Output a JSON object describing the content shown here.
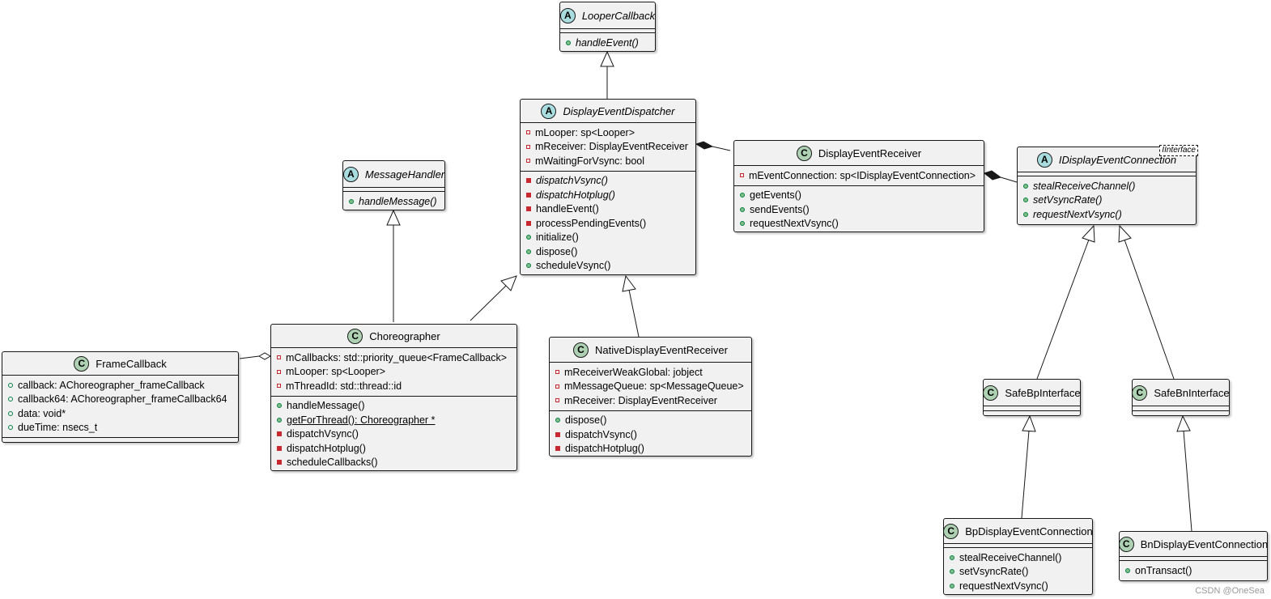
{
  "classes": {
    "looper_callback": {
      "name": "LooperCallback",
      "kind": "A",
      "methods": [
        "handleEvent()"
      ]
    },
    "display_event_dispatcher": {
      "name": "DisplayEventDispatcher",
      "kind": "A",
      "fields": [
        "mLooper: sp<Looper>",
        "mReceiver: DisplayEventReceiver",
        "mWaitingForVsync: bool"
      ],
      "methods": [
        "dispatchVsync()",
        "dispatchHotplug()",
        "handleEvent()",
        "processPendingEvents()",
        "initialize()",
        "dispose()",
        "scheduleVsync()"
      ]
    },
    "message_handler": {
      "name": "MessageHandler",
      "kind": "A",
      "methods": [
        "handleMessage()"
      ]
    },
    "display_event_receiver": {
      "name": "DisplayEventReceiver",
      "kind": "C",
      "fields": [
        "mEventConnection: sp<IDisplayEventConnection>"
      ],
      "methods": [
        "getEvents()",
        "sendEvents()",
        "requestNextVsync()"
      ]
    },
    "idisplay_event_connection": {
      "name": "IDisplayEventConnection",
      "kind": "A",
      "stereotype": "IInterface",
      "methods": [
        "stealReceiveChannel()",
        "setVsyncRate()",
        "requestNextVsync()"
      ]
    },
    "frame_callback": {
      "name": "FrameCallback",
      "kind": "C",
      "fields": [
        "callback: AChoreographer_frameCallback",
        "callback64: AChoreographer_frameCallback64",
        "data: void*",
        "dueTime: nsecs_t"
      ]
    },
    "choreographer": {
      "name": "Choreographer",
      "kind": "C",
      "fields": [
        "mCallbacks: std::priority_queue<FrameCallback>",
        "mLooper: sp<Looper>",
        "mThreadId: std::thread::id"
      ],
      "methods": [
        "handleMessage()",
        "getForThread(): Choreographer *",
        "dispatchVsync()",
        "dispatchHotplug()",
        "scheduleCallbacks()"
      ]
    },
    "native_display_event_receiver": {
      "name": "NativeDisplayEventReceiver",
      "kind": "C",
      "fields": [
        "mReceiverWeakGlobal: jobject",
        "mMessageQueue: sp<MessageQueue>",
        "mReceiver: DisplayEventReceiver"
      ],
      "methods": [
        "dispose()",
        "dispatchVsync()",
        "dispatchHotplug()"
      ]
    },
    "safe_bp_interface": {
      "name": "SafeBpInterface",
      "kind": "C"
    },
    "safe_bn_interface": {
      "name": "SafeBnInterface",
      "kind": "C"
    },
    "bp_display_event_connection": {
      "name": "BpDisplayEventConnection",
      "kind": "C",
      "methods": [
        "stealReceiveChannel()",
        "setVsyncRate()",
        "requestNextVsync()"
      ]
    },
    "bn_display_event_connection": {
      "name": "BnDisplayEventConnection",
      "kind": "C",
      "methods": [
        "onTransact()"
      ]
    }
  },
  "watermark": "CSDN @OneSea"
}
